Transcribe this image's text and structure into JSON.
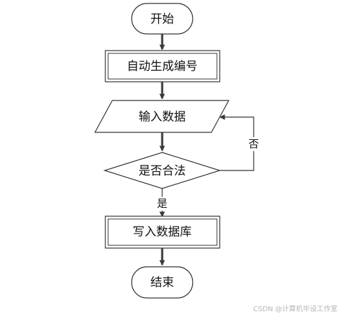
{
  "nodes": {
    "start": "开始",
    "generate_id": "自动生成编号",
    "input_data": "输入数据",
    "is_valid": "是否合法",
    "write_db": "写入数据库",
    "end": "结束"
  },
  "edges": {
    "yes_label": "是",
    "no_label": "否"
  },
  "watermark": "CSDN @计算机毕设工作室"
}
